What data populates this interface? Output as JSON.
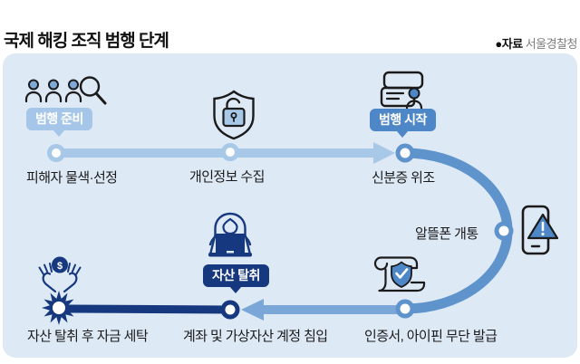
{
  "header": {
    "title": "국제 해킹 조직 범행 단계",
    "source_label": "●자료",
    "source_value": "서울경찰청"
  },
  "flow": {
    "stages": [
      {
        "id": 1,
        "label": "피해자 물색·선정",
        "badge": "범행 준비",
        "icon": "people-search-icon"
      },
      {
        "id": 2,
        "label": "개인정보 수집",
        "icon": "shield-unlocked-icon"
      },
      {
        "id": 3,
        "label": "신분증 위조",
        "badge": "범행 시작",
        "icon": "forged-id-card-icon"
      },
      {
        "id": 4,
        "label": "알뜰폰 개통",
        "icon": "phone-alert-icon"
      },
      {
        "id": 5,
        "label": "인증서, 아이핀 무단 발급",
        "icon": "certificate-scroll-icon"
      },
      {
        "id": 6,
        "label": "계좌 및 가상자산 계정 침입",
        "badge": "자산 탈취",
        "icon": "hacker-laptop-icon"
      },
      {
        "id": 7,
        "label": "자산 탈취 후 자금 세탁",
        "icon": "hands-money-icon"
      }
    ]
  },
  "colors": {
    "card_background": "#dee9f6",
    "line_light_blue": "#a8c8e8",
    "line_medium_blue": "#5e93cc",
    "line_bottom_blue": "#7aa6d8",
    "line_navy": "#16387e",
    "badge_light": "#a5c6e8",
    "badge_medium": "#4e87c7",
    "badge_navy": "#16387e",
    "icon_stroke": "#1b1b1b",
    "text": "#1a1a1a"
  },
  "coin_symbol": "$"
}
